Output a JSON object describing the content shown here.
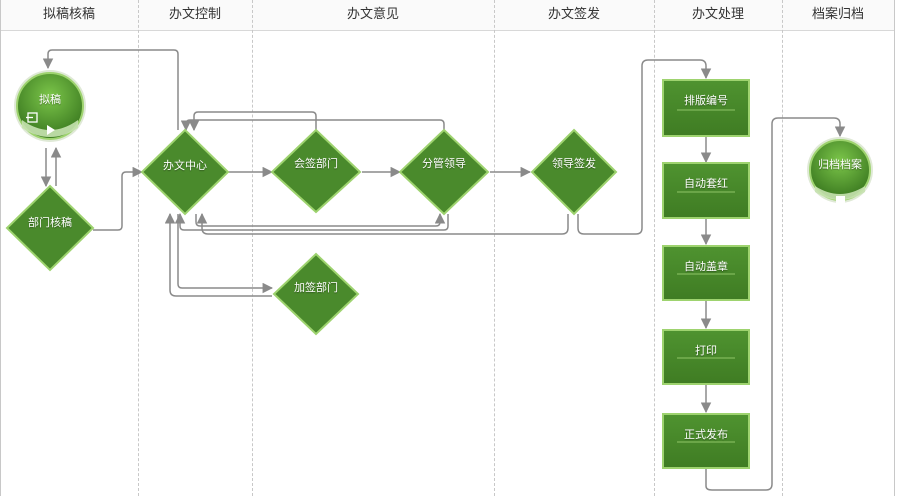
{
  "lanes": {
    "draft": "拟稿核稿",
    "control": "办文控制",
    "opinion": "办文意见",
    "sign": "办文签发",
    "process": "办文处理",
    "archive": "档案归档"
  },
  "nodes": {
    "draft": "拟稿",
    "dept_review": "部门核稿",
    "center": "办文中心",
    "countersign": "会签部门",
    "add_sign": "加签部门",
    "branch_leader": "分管领导",
    "leader_sign": "领导签发",
    "typeset": "排版编号",
    "auto_red": "自动套红",
    "auto_seal": "自动盖章",
    "print": "打印",
    "publish": "正式发布",
    "archive": "归档档案"
  },
  "colors": {
    "node_fill": "#4a8a2c",
    "node_border": "#9ed36f",
    "connector": "#8a8a8a",
    "header_text": "#333333"
  },
  "icons": {
    "start_node": "play-icon",
    "end_node": "stop-icon",
    "start_badge": "enter-icon"
  }
}
